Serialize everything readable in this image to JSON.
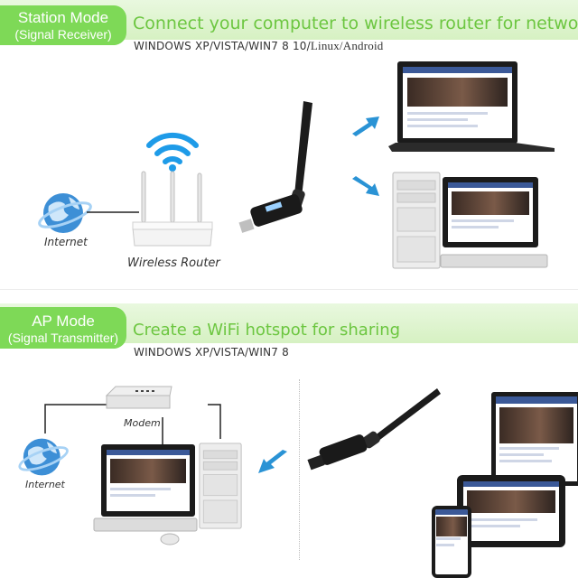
{
  "station": {
    "tab_title": "Station Mode",
    "tab_subtitle": "(Signal Receiver)",
    "headline": "Connect your computer to wireless router for network",
    "os_main": "WINDOWS XP/VISTA/WIN7 8 10/",
    "os_extra": "Linux/Android",
    "internet_label": "Internet",
    "router_label": "Wireless Router"
  },
  "ap": {
    "tab_title": "AP Mode",
    "tab_subtitle": "(Signal Transmitter)",
    "headline": "Create a WiFi hotspot for sharing",
    "os_main": "WINDOWS XP/VISTA/WIN7 8",
    "modem_label": "Modem",
    "internet_label": "Internet"
  },
  "colors": {
    "accent_green": "#7ed957",
    "headline_green": "#6cc640",
    "wifi_blue": "#1e9be8",
    "arrow_blue": "#2a93d5"
  },
  "icons": [
    "globe-icon",
    "wifi-icon",
    "router-icon",
    "usb-adapter-icon",
    "arrow-icon",
    "laptop-icon",
    "desktop-icon",
    "modem-icon",
    "tablet-icon",
    "phone-icon",
    "mouse-icon"
  ]
}
